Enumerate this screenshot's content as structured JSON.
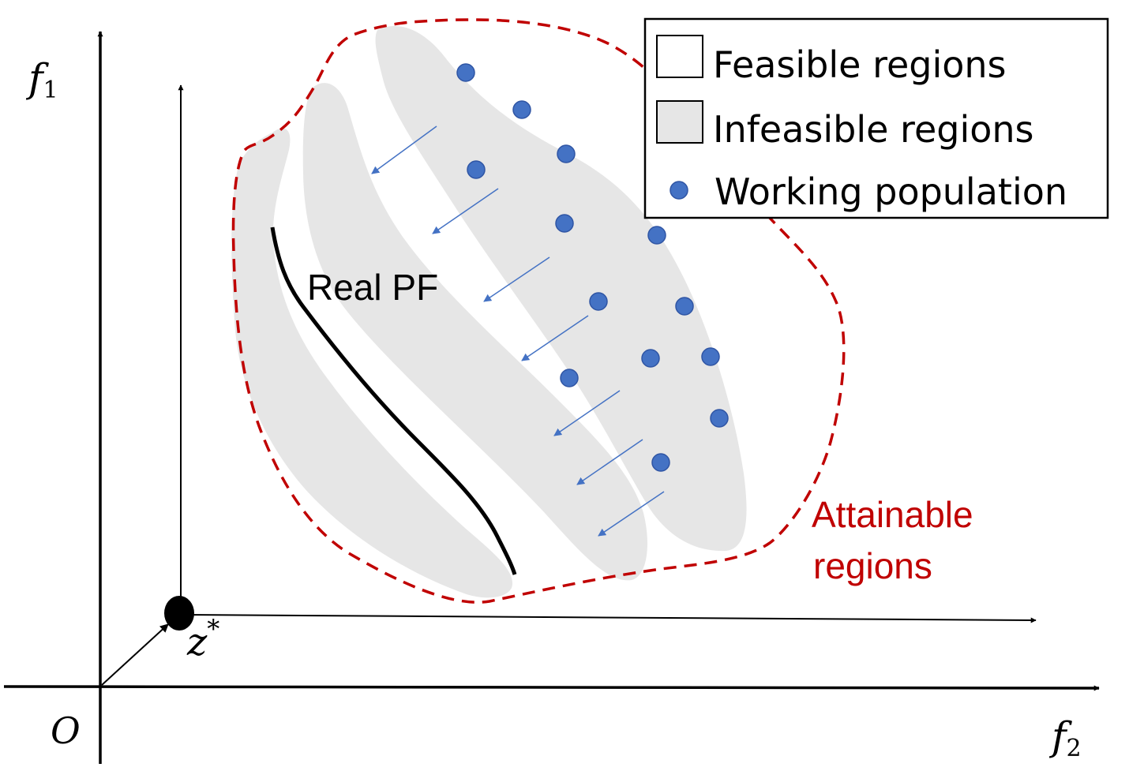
{
  "labels": {
    "f1_main": "f",
    "f1_sub": "1",
    "f2_main": "f",
    "f2_sub": "2",
    "origin": "O",
    "zstar_main": "z",
    "zstar_sup": "*",
    "real_pf": "Real PF",
    "attainable_line1": "Attainable",
    "attainable_line2": "regions"
  },
  "legend": {
    "feasible": "Feasible regions",
    "infeasible": "Infeasible regions",
    "population": "Working population"
  },
  "colors": {
    "infeasible_fill": "#e6e6e6",
    "attainable_boundary": "#c00000",
    "population_dot": "#4472c4",
    "population_dot_stroke": "#2f55a4",
    "arrow": "#4472c4",
    "axis": "#000000"
  }
}
